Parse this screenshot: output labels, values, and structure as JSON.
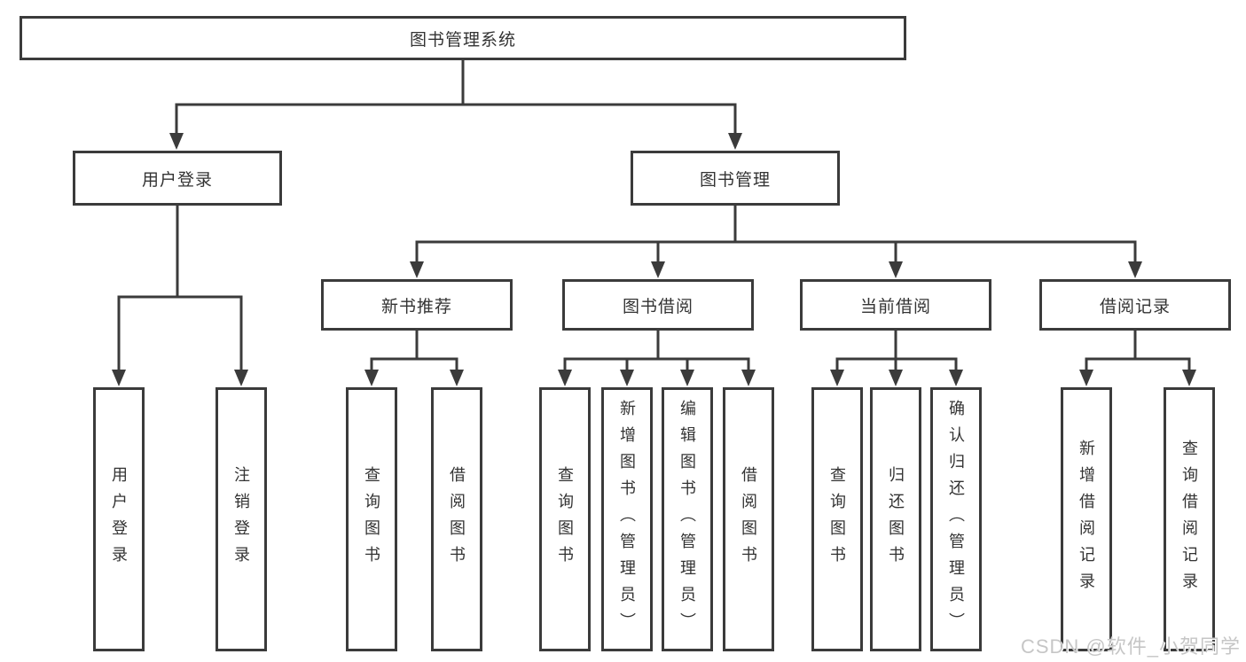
{
  "tree": {
    "root": {
      "label": "图书管理系统",
      "children": [
        {
          "label": "用户登录",
          "children": [
            {
              "label": "用户登录"
            },
            {
              "label": "注销登录"
            }
          ]
        },
        {
          "label": "图书管理",
          "children": [
            {
              "label": "新书推荐",
              "children": [
                {
                  "label": "查询图书"
                },
                {
                  "label": "借阅图书"
                }
              ]
            },
            {
              "label": "图书借阅",
              "children": [
                {
                  "label": "查询图书"
                },
                {
                  "label": "新增图书（管理员）"
                },
                {
                  "label": "编辑图书（管理员）"
                },
                {
                  "label": "借阅图书"
                }
              ]
            },
            {
              "label": "当前借阅",
              "children": [
                {
                  "label": "查询图书"
                },
                {
                  "label": "归还图书"
                },
                {
                  "label": "确认归还（管理员）"
                }
              ]
            },
            {
              "label": "借阅记录",
              "children": [
                {
                  "label": "新增借阅记录"
                },
                {
                  "label": "查询借阅记录"
                }
              ]
            }
          ]
        }
      ]
    }
  },
  "watermark": {
    "text": "CSDN @软件_小贺同学"
  },
  "colors": {
    "line": "#3b3b3b",
    "text": "#333333",
    "background": "#ffffff",
    "watermark": "#c6c6c6"
  }
}
